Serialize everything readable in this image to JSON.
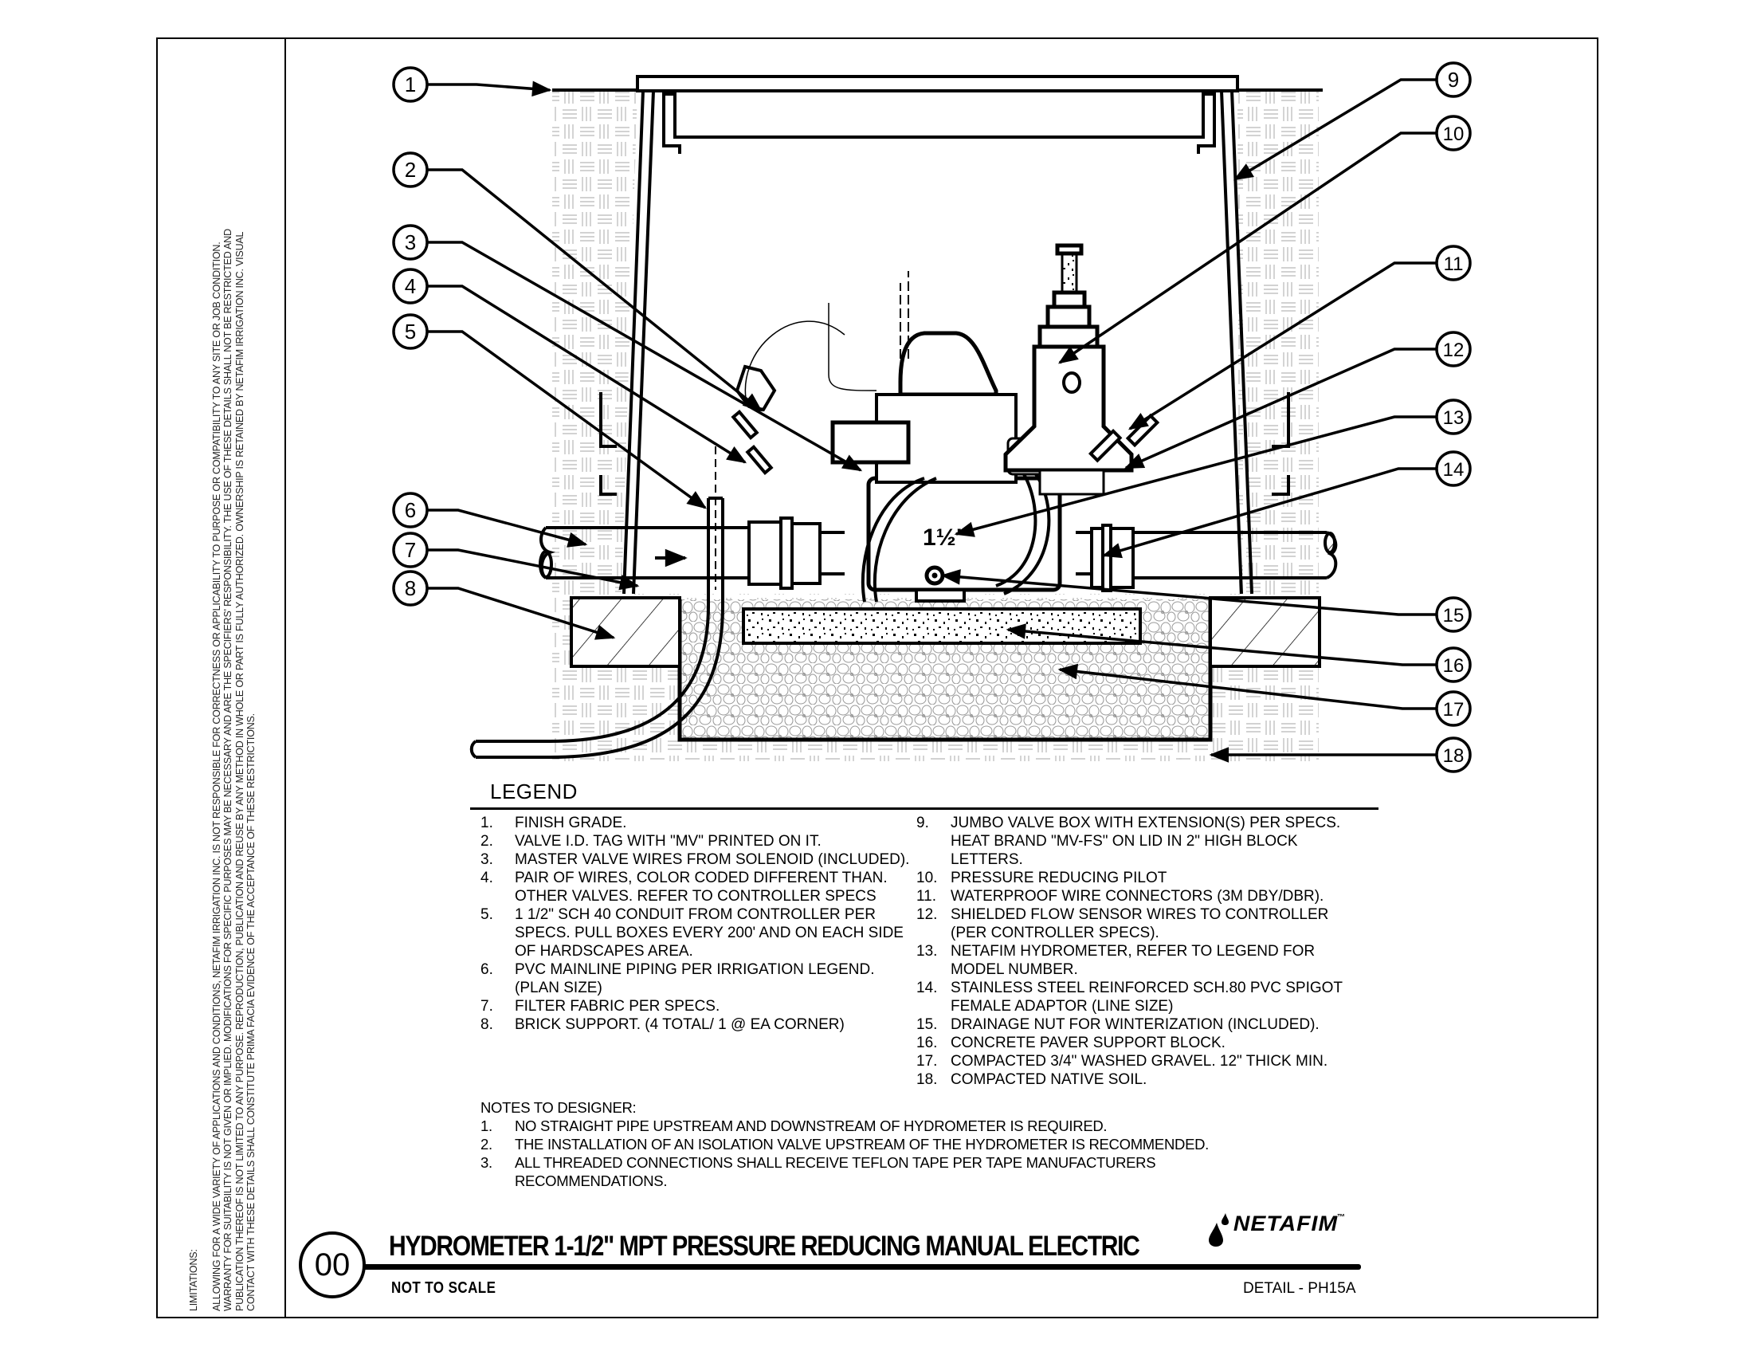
{
  "sheet": {
    "limitations_title": "LIMITATIONS:",
    "limitations_text": "ALLOWING FOR A WIDE VARIETY OF APPLICATIONS AND CONDITIONS, NETAFIM IRRIGATION INC. IS NOT RESPONSIBLE FOR CORRECTNESS OR APPLICABILITY TO PURPOSE OR COMPATIBILITY TO ANY SITE OR JOB CONDITION. WARRANTY FOR SUITABILITY IS NOT GIVEN OR IMPLIED. MODIFICATIONS FOR SPECIFIC PURPOSES MAY BE NECESSARY AND ARE THE SPECIFIERS' RESPONSIBILITY. THE USE OF THESE DETAILS SHALL NOT BE RESTRICTED AND PUBLICATION THEREOF IS NOT LIMITED TO ANY PURPOSE. REPRODUCTION, PUBLICATION AND REUSE BY ANY METHOD IN WHOLE OR PART IS FULLY AUTHORIZED. OWNERSHIP IS RETAINED BY NETAFIM IRRIGATION INC. VISUAL CONTACT WITH THESE DETAILS SHALL CONSTITUTE PRIMA FACIA EVIDENCE OF THE ACCEPTANCE OF THESE RESTRICTIONS."
  },
  "drawing": {
    "size_label": "1½\"",
    "callouts_left": [
      "1",
      "2",
      "3",
      "4",
      "5",
      "6",
      "7",
      "8"
    ],
    "callouts_right": [
      "9",
      "10",
      "11",
      "12",
      "13",
      "14",
      "15",
      "16",
      "17",
      "18"
    ]
  },
  "legend": {
    "title": "LEGEND",
    "items_left": [
      {
        "num": "1.",
        "text": "FINISH GRADE."
      },
      {
        "num": "2.",
        "text": "VALVE I.D. TAG WITH \"MV\" PRINTED ON IT."
      },
      {
        "num": "3.",
        "text": "MASTER VALVE WIRES FROM SOLENOID (INCLUDED)."
      },
      {
        "num": "4.",
        "text": "PAIR OF WIRES, COLOR CODED DIFFERENT THAN. OTHER VALVES. REFER TO CONTROLLER SPECS"
      },
      {
        "num": "5.",
        "text": "1 1/2\" SCH 40 CONDUIT FROM CONTROLLER PER SPECS. PULL BOXES EVERY 200' AND ON EACH SIDE OF HARDSCAPES AREA."
      },
      {
        "num": "6.",
        "text": "PVC MAINLINE PIPING PER IRRIGATION LEGEND. (PLAN SIZE)"
      },
      {
        "num": "7.",
        "text": "FILTER FABRIC PER SPECS."
      },
      {
        "num": "8.",
        "text": "BRICK SUPPORT. (4 TOTAL/ 1 @ EA CORNER)"
      }
    ],
    "items_right": [
      {
        "num": "9.",
        "text": "JUMBO VALVE BOX WITH EXTENSION(S) PER SPECS. HEAT BRAND \"MV-FS\" ON LID IN 2\" HIGH BLOCK LETTERS."
      },
      {
        "num": "10.",
        "text": "PRESSURE REDUCING PILOT"
      },
      {
        "num": "11.",
        "text": "WATERPROOF WIRE CONNECTORS  (3M DBY/DBR)."
      },
      {
        "num": "12.",
        "text": "SHIELDED FLOW SENSOR WIRES TO CONTROLLER (PER CONTROLLER SPECS)."
      },
      {
        "num": "13.",
        "text": "NETAFIM HYDROMETER, REFER TO LEGEND FOR MODEL NUMBER."
      },
      {
        "num": "14.",
        "text": "STAINLESS STEEL REINFORCED SCH.80 PVC SPIGOT FEMALE ADAPTOR (LINE SIZE)"
      },
      {
        "num": "15.",
        "text": "DRAINAGE NUT FOR WINTERIZATION (INCLUDED)."
      },
      {
        "num": "16.",
        "text": "CONCRETE PAVER SUPPORT BLOCK."
      },
      {
        "num": "17.",
        "text": "COMPACTED 3/4\" WASHED GRAVEL. 12\" THICK MIN."
      },
      {
        "num": "18.",
        "text": "COMPACTED NATIVE SOIL."
      }
    ]
  },
  "notes": {
    "heading": "NOTES TO DESIGNER:",
    "items": [
      {
        "num": "1.",
        "text": "NO STRAIGHT PIPE UPSTREAM AND DOWNSTREAM OF HYDROMETER IS REQUIRED."
      },
      {
        "num": "2.",
        "text": "THE INSTALLATION OF AN ISOLATION VALVE UPSTREAM OF THE HYDROMETER IS RECOMMENDED."
      },
      {
        "num": "3.",
        "text": "ALL THREADED CONNECTIONS SHALL RECEIVE TEFLON TAPE PER TAPE MANUFACTURERS RECOMMENDATIONS."
      }
    ]
  },
  "title_block": {
    "detail_number": "00",
    "title": "HYDROMETER 1-1/2\" MPT PRESSURE REDUCING MANUAL ELECTRIC",
    "scale": "NOT TO SCALE",
    "detail_id": "DETAIL - PH15A",
    "brand": "NETAFIM",
    "trademark": "™",
    "logo_icon": "water-drop-icon"
  }
}
